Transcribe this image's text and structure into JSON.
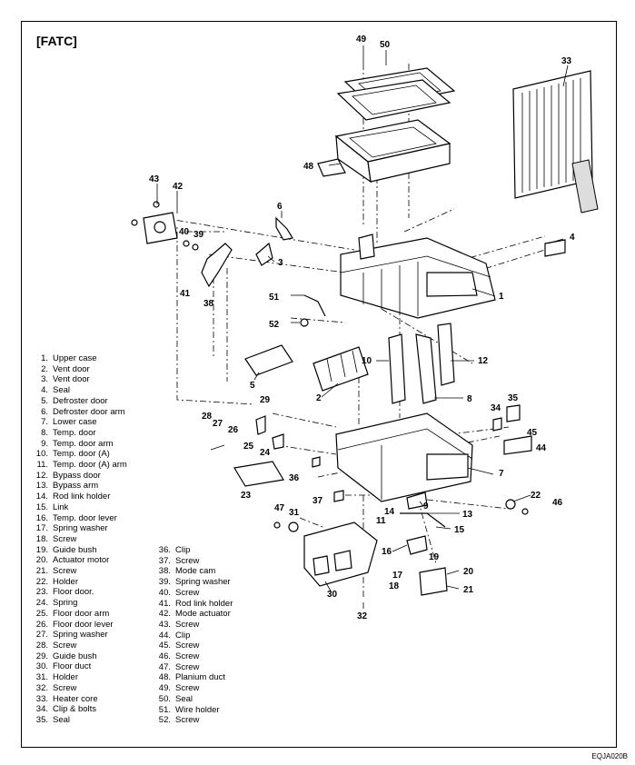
{
  "title": "[FATC]",
  "image_code": "EQJA020B",
  "legend_left": [
    {
      "n": "1.",
      "label": "Upper case"
    },
    {
      "n": "2.",
      "label": "Vent door"
    },
    {
      "n": "3.",
      "label": "Vent door"
    },
    {
      "n": "4.",
      "label": "Seal"
    },
    {
      "n": "5.",
      "label": "Defroster door"
    },
    {
      "n": "6.",
      "label": "Defroster door arm"
    },
    {
      "n": "7.",
      "label": "Lower case"
    },
    {
      "n": "8.",
      "label": "Temp. door"
    },
    {
      "n": "9.",
      "label": "Temp. door arm"
    },
    {
      "n": "10.",
      "label": "Temp. door (A)"
    },
    {
      "n": "11.",
      "label": "Temp. door (A) arm"
    },
    {
      "n": "12.",
      "label": "Bypass door"
    },
    {
      "n": "13.",
      "label": "Bypass arm"
    },
    {
      "n": "14.",
      "label": "Rod link holder"
    },
    {
      "n": "15.",
      "label": "Link"
    },
    {
      "n": "16.",
      "label": "Temp. door lever"
    },
    {
      "n": "17.",
      "label": "Spring washer"
    },
    {
      "n": "18.",
      "label": "Screw"
    },
    {
      "n": "19.",
      "label": "Guide bush"
    },
    {
      "n": "20.",
      "label": "Actuator motor"
    },
    {
      "n": "21.",
      "label": "Screw"
    },
    {
      "n": "22.",
      "label": "Holder"
    },
    {
      "n": "23.",
      "label": "Floor door."
    },
    {
      "n": "24.",
      "label": "Spring"
    },
    {
      "n": "25.",
      "label": "Floor door arm"
    },
    {
      "n": "26.",
      "label": "Floor door lever"
    },
    {
      "n": "27.",
      "label": "Spring washer"
    },
    {
      "n": "28.",
      "label": "Screw"
    },
    {
      "n": "29.",
      "label": "Guide bush"
    },
    {
      "n": "30.",
      "label": "Floor duct"
    },
    {
      "n": "31.",
      "label": "Holder"
    },
    {
      "n": "32.",
      "label": "Screw"
    },
    {
      "n": "33.",
      "label": "Heater core"
    },
    {
      "n": "34.",
      "label": "Clip & bolts"
    },
    {
      "n": "35.",
      "label": "Seal"
    }
  ],
  "legend_right": [
    {
      "n": "36.",
      "label": "Clip"
    },
    {
      "n": "37.",
      "label": "Screw"
    },
    {
      "n": "38.",
      "label": "Mode cam"
    },
    {
      "n": "39.",
      "label": "Spring washer"
    },
    {
      "n": "40.",
      "label": "Screw"
    },
    {
      "n": "41.",
      "label": "Rod link holder"
    },
    {
      "n": "42.",
      "label": "Mode actuator"
    },
    {
      "n": "43.",
      "label": "Screw"
    },
    {
      "n": "44.",
      "label": "Clip"
    },
    {
      "n": "45.",
      "label": "Screw"
    },
    {
      "n": "46.",
      "label": "Screw"
    },
    {
      "n": "47.",
      "label": "Screw"
    },
    {
      "n": "48.",
      "label": "Planium duct"
    },
    {
      "n": "49.",
      "label": "Screw"
    },
    {
      "n": "50.",
      "label": "Seal"
    },
    {
      "n": "51.",
      "label": "Wire holder"
    },
    {
      "n": "52.",
      "label": "Screw"
    }
  ],
  "callouts": [
    "1",
    "2",
    "3",
    "4",
    "5",
    "6",
    "7",
    "8",
    "9",
    "10",
    "11",
    "12",
    "13",
    "14",
    "15",
    "16",
    "17",
    "18",
    "19",
    "20",
    "21",
    "22",
    "23",
    "24",
    "25",
    "26",
    "27",
    "28",
    "29",
    "30",
    "31",
    "32",
    "33",
    "34",
    "35",
    "36",
    "37",
    "38",
    "39",
    "40",
    "41",
    "42",
    "43",
    "44",
    "45",
    "46",
    "47",
    "48",
    "49",
    "50",
    "51",
    "52"
  ]
}
